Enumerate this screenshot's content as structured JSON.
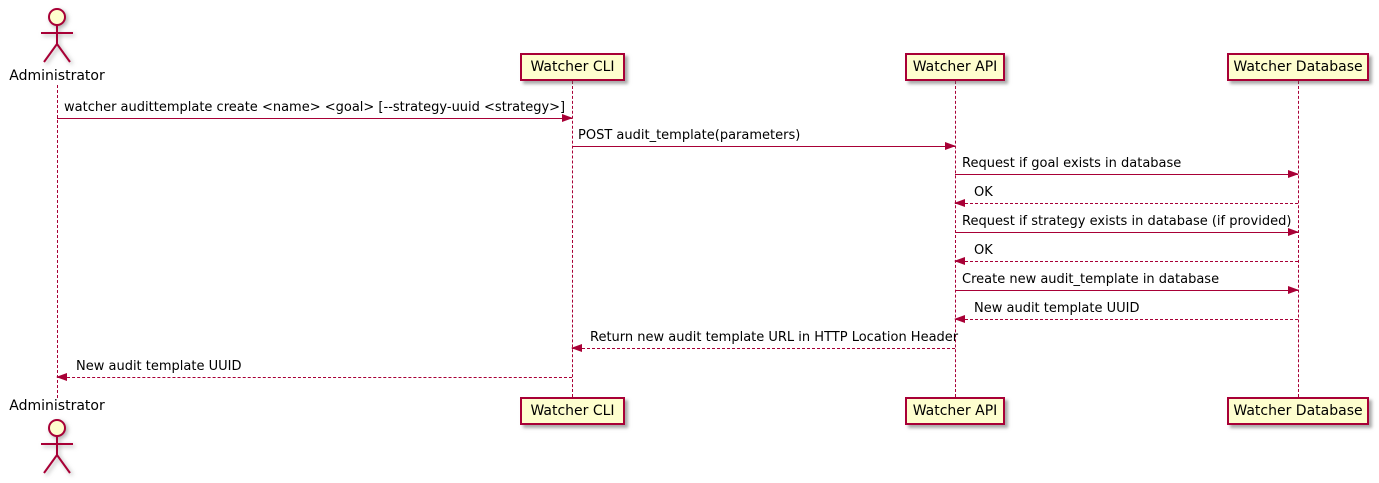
{
  "diagram_type": "uml-sequence-diagram",
  "colors": {
    "accent": "#A80036",
    "participant_fill": "#FEFECE",
    "text": "#000000",
    "background": "#FFFFFF"
  },
  "actor": {
    "name": "Administrator"
  },
  "participants": [
    {
      "label": "Watcher CLI"
    },
    {
      "label": "Watcher API"
    },
    {
      "label": "Watcher Database"
    }
  ],
  "messages": [
    {
      "from": "Administrator",
      "to": "Watcher CLI",
      "line": "solid",
      "text": "watcher audittemplate create <name> <goal> [--strategy-uuid <strategy>]"
    },
    {
      "from": "Watcher CLI",
      "to": "Watcher API",
      "line": "solid",
      "text": "POST audit_template(parameters)"
    },
    {
      "from": "Watcher API",
      "to": "Watcher Database",
      "line": "solid",
      "text": "Request if goal exists in database"
    },
    {
      "from": "Watcher Database",
      "to": "Watcher API",
      "line": "dashed",
      "text": "OK"
    },
    {
      "from": "Watcher API",
      "to": "Watcher Database",
      "line": "solid",
      "text": "Request if strategy exists in database (if provided)"
    },
    {
      "from": "Watcher Database",
      "to": "Watcher API",
      "line": "dashed",
      "text": "OK"
    },
    {
      "from": "Watcher API",
      "to": "Watcher Database",
      "line": "solid",
      "text": "Create new audit_template in database"
    },
    {
      "from": "Watcher Database",
      "to": "Watcher API",
      "line": "dashed",
      "text": "New audit template UUID"
    },
    {
      "from": "Watcher API",
      "to": "Watcher CLI",
      "line": "dashed",
      "text": "Return new audit template URL in HTTP Location Header"
    },
    {
      "from": "Watcher CLI",
      "to": "Administrator",
      "line": "dashed",
      "text": "New audit template UUID"
    }
  ]
}
